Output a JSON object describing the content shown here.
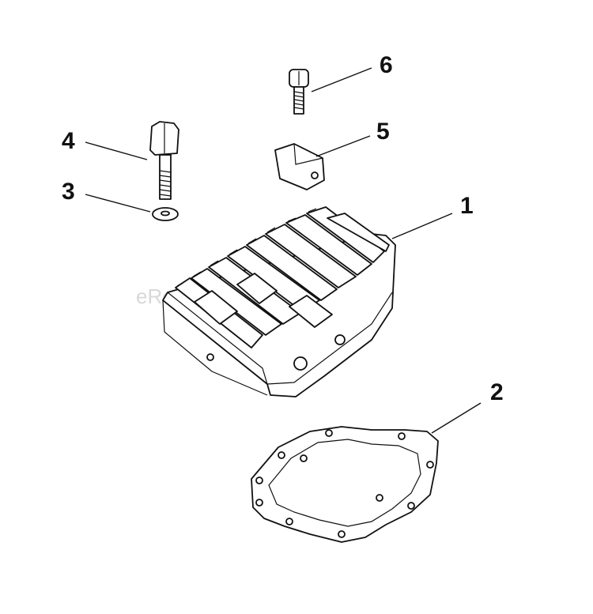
{
  "watermark": "eReplacementParts.com",
  "callouts": [
    {
      "id": "1",
      "label": "1"
    },
    {
      "id": "2",
      "label": "2"
    },
    {
      "id": "3",
      "label": "3"
    },
    {
      "id": "4",
      "label": "4"
    },
    {
      "id": "5",
      "label": "5"
    },
    {
      "id": "6",
      "label": "6"
    }
  ],
  "colors": {
    "ink": "#111111",
    "background": "#ffffff",
    "watermark": "#d8d8d8"
  }
}
